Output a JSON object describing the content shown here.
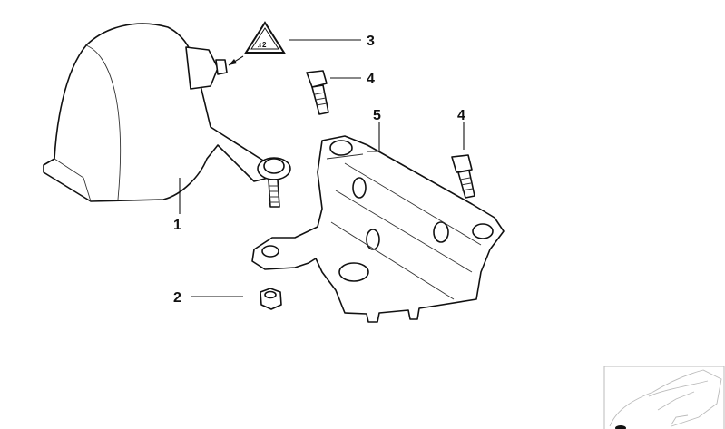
{
  "diagram": {
    "callouts": [
      {
        "id": "1",
        "label": "1",
        "part": "horn"
      },
      {
        "id": "2",
        "label": "2",
        "part": "nut"
      },
      {
        "id": "3",
        "label": "3",
        "part": "warning-symbol"
      },
      {
        "id": "4a",
        "label": "4",
        "part": "bolt"
      },
      {
        "id": "4b",
        "label": "4",
        "part": "bolt"
      },
      {
        "id": "5",
        "label": "5",
        "part": "bracket"
      }
    ],
    "warning_symbol_icon": "triangle-warning-icon",
    "thumbnail_icon": "car-outline-icon",
    "colors": {
      "line": "#111111",
      "thumbnail": "#bbbbbb"
    }
  }
}
